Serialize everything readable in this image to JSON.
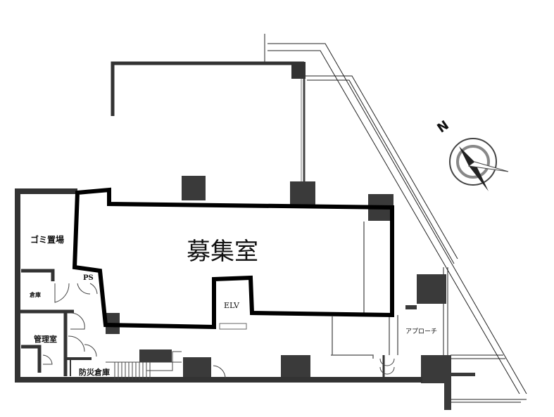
{
  "plan": {
    "main_room": "募集室",
    "rooms": {
      "garbage": "ゴミ置場",
      "storage": "倉庫",
      "ps": "PS",
      "elevator": "ELV",
      "management": "管理室",
      "disaster_storage": "防災倉庫",
      "approach": "アプローチ"
    },
    "compass": {
      "label": "N",
      "icon": "north-arrow-icon"
    },
    "colors": {
      "highlight_outline": "#000000",
      "wall": "#333333",
      "column": "#3a3a3a"
    }
  }
}
